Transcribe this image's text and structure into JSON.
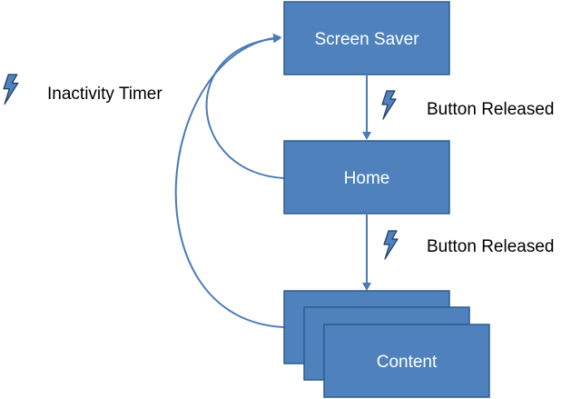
{
  "diagram": {
    "states": {
      "screen_saver": "Screen Saver",
      "home": "Home",
      "content": "Content"
    },
    "events": {
      "inactivity_timer": "Inactivity Timer",
      "button_released_1": "Button Released",
      "button_released_2": "Button Released"
    },
    "colors": {
      "box_fill": "#4f81bd",
      "box_stroke": "#2c5d8f",
      "arrow": "#4a7ab8",
      "bolt_fill": "#4f81bd",
      "bolt_stroke": "#1f3c63"
    },
    "icons": {
      "event_marker": "lightning-bolt-icon"
    }
  }
}
